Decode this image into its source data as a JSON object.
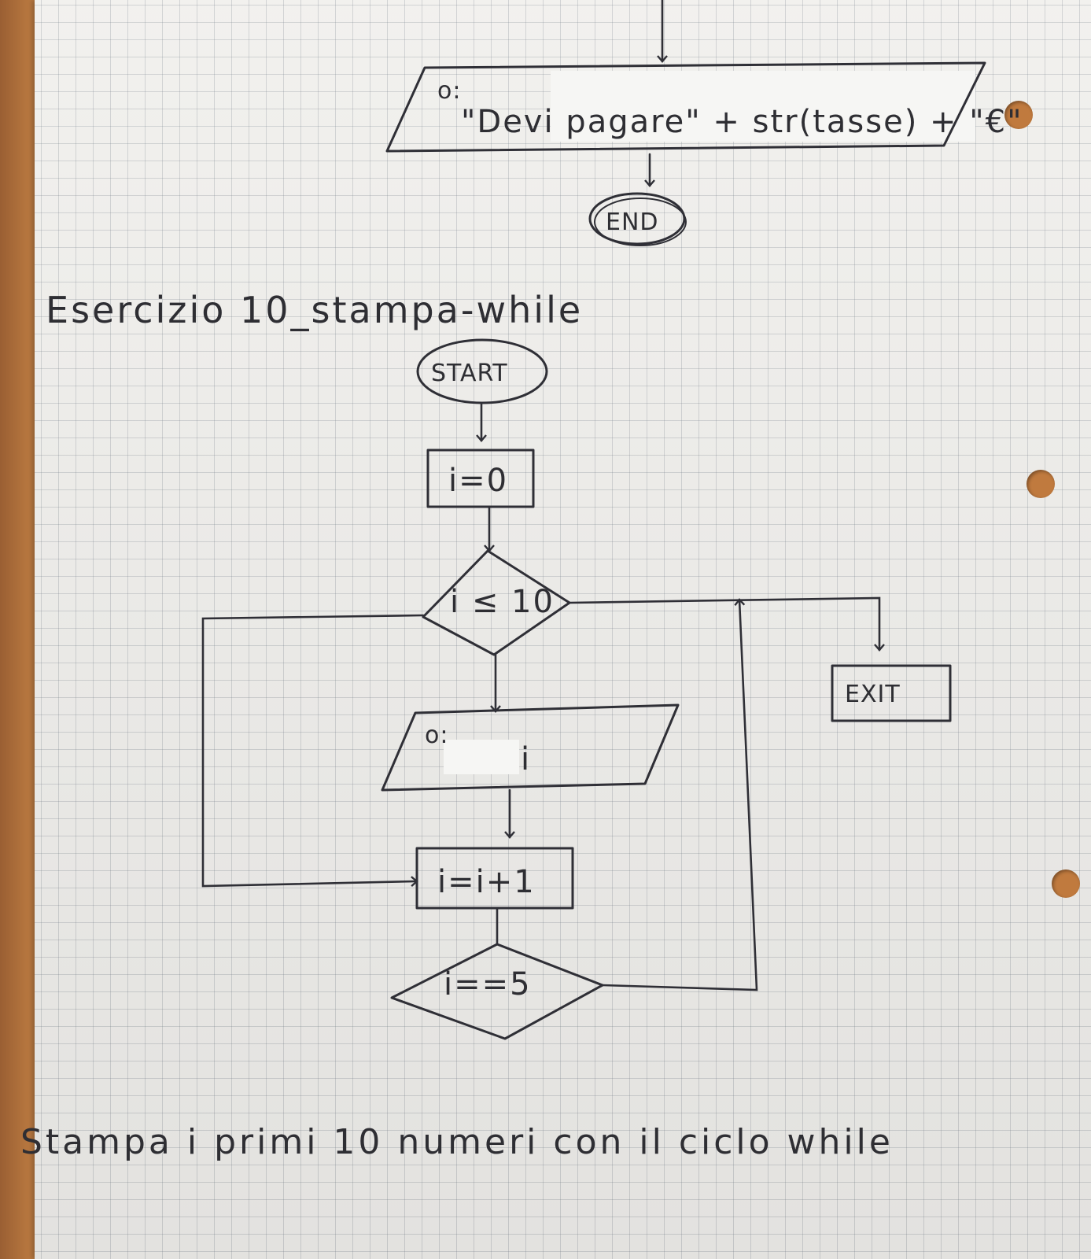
{
  "top_flow": {
    "output_label": "o:",
    "output_text": "\"Devi pagare\" + str(tasse) + \"€\"",
    "end_label": "END"
  },
  "heading": "Esercizio 10_stampa-while",
  "flow": {
    "start_label": "START",
    "init_label": "i=0",
    "condition_label": "i ≤ 10",
    "output_label": "o:",
    "output_text": "i",
    "increment_label": "i=i+1",
    "check_label": "i==5",
    "exit_label": "EXIT"
  },
  "caption": "Stampa i primi 10 numeri con il ciclo while"
}
